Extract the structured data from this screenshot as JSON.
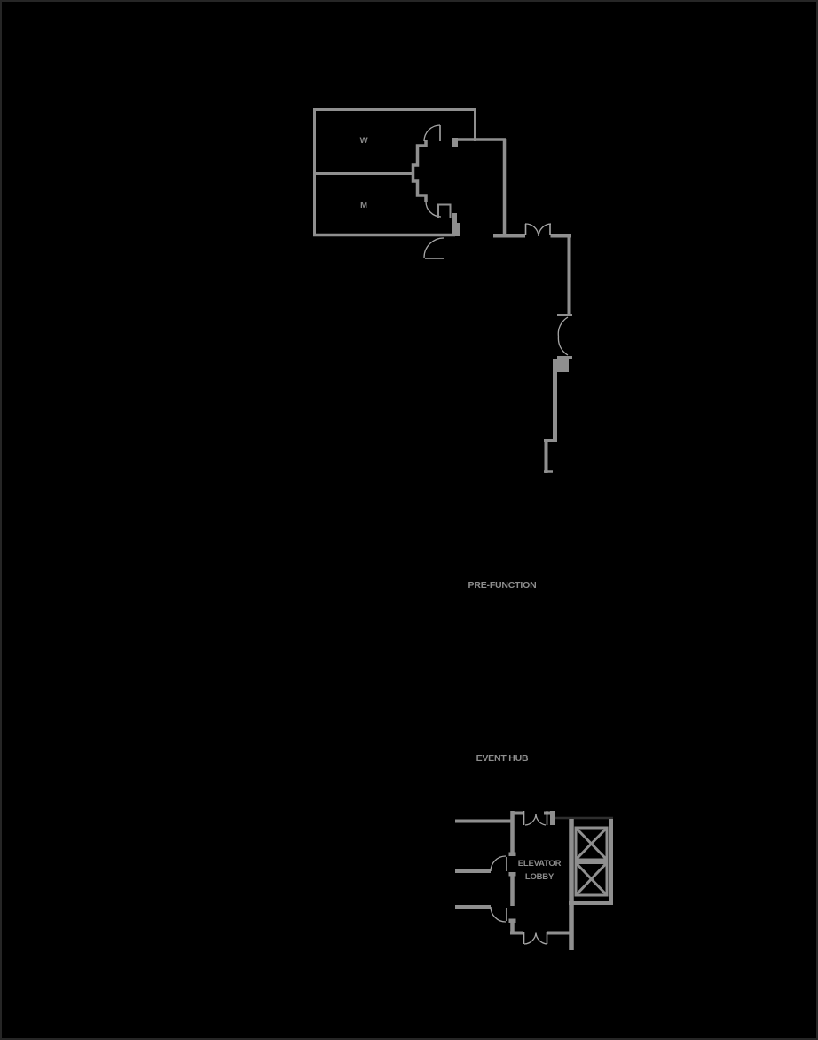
{
  "page": {
    "background": "#000000",
    "frame_border": "#262626"
  },
  "plan": {
    "colors": {
      "wall": "#8f8f8f",
      "wall_light": "#a6a6a6",
      "text": "#8d8d8d",
      "dark_line": "#2e2e2e"
    },
    "labels": {
      "womens_restroom": "W",
      "mens_restroom": "M",
      "pre_function": "PRE-FUNCTION",
      "event_hub": "EVENT HUB",
      "elevator_lobby_line1": "ELEVATOR",
      "elevator_lobby_line2": "LOBBY"
    }
  }
}
